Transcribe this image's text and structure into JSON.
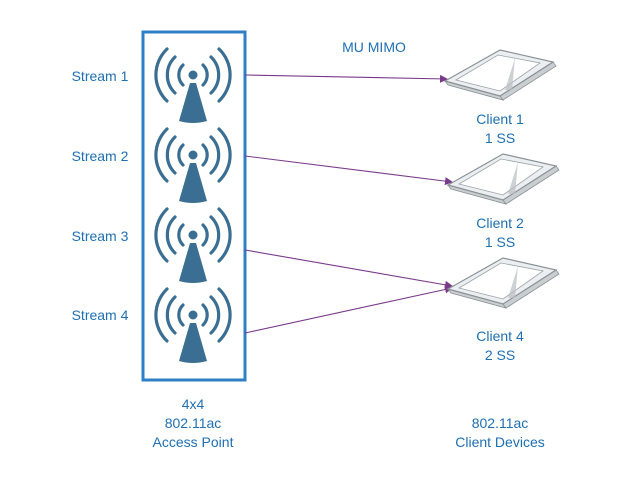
{
  "title": "MU MIMO",
  "access_point": {
    "line1": "4x4",
    "line2": "802.11ac",
    "line3": "Access Point",
    "antenna_icon": "wifi-antenna-icon",
    "color": "#3a6f93",
    "border_color": "#2f7fc6"
  },
  "streams": [
    {
      "label": "Stream 1"
    },
    {
      "label": "Stream 2"
    },
    {
      "label": "Stream 3"
    },
    {
      "label": "Stream 4"
    }
  ],
  "clients": [
    {
      "name": "Client 1",
      "streams": "1 SS"
    },
    {
      "name": "Client 2",
      "streams": "1 SS"
    },
    {
      "name": "Client 4",
      "streams": "2 SS"
    }
  ],
  "client_group": {
    "line1": "802.11ac",
    "line2": "Client Devices",
    "icon": "tablet-icon"
  },
  "links": [
    {
      "from": "Stream 1",
      "to": "Client 1"
    },
    {
      "from": "Stream 2",
      "to": "Client 2"
    },
    {
      "from": "Stream 3",
      "to": "Client 4"
    },
    {
      "from": "Stream 4",
      "to": "Client 4"
    }
  ],
  "colors": {
    "text": "#1f6fb2",
    "link": "#7a3a8a"
  }
}
